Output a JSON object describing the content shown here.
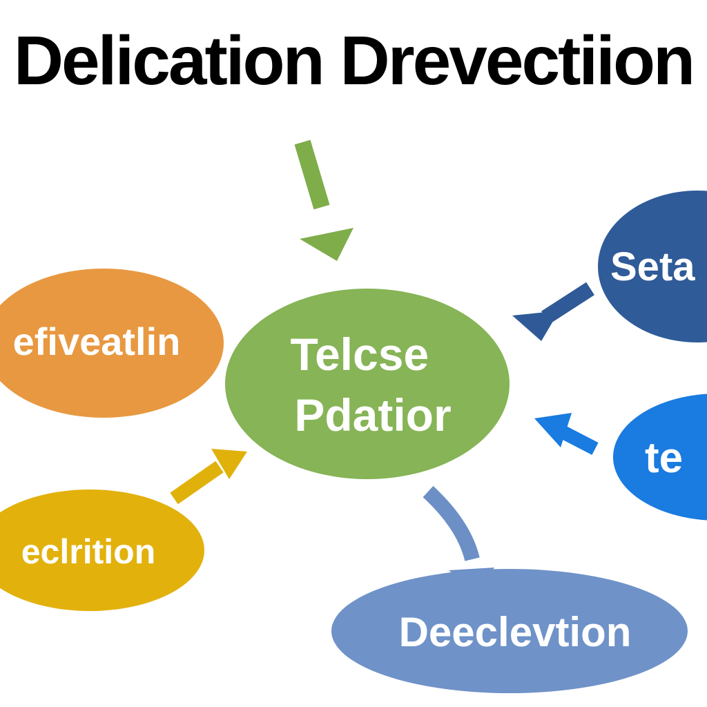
{
  "title": "Delication Drevectiion",
  "nodes": {
    "center": {
      "lines": [
        "Telcse",
        "Pdatior"
      ],
      "color": "#86b456"
    },
    "left_top": {
      "lines": [
        "efiveatlin"
      ],
      "color": "#e89840"
    },
    "left_bottom": {
      "lines": [
        "eclrition"
      ],
      "color": "#e2b10c"
    },
    "right_top": {
      "lines": [
        "Seta"
      ],
      "color": "#2f5b98"
    },
    "right_middle": {
      "lines": [
        "te"
      ],
      "color": "#1a7be0"
    },
    "bottom": {
      "lines": [
        "Deeclevtion"
      ],
      "color": "#6f92c8"
    }
  },
  "arrows": {
    "top": {
      "color": "#7fad4a"
    },
    "left_bottom": {
      "color": "#e0b10a"
    },
    "right_top": {
      "color": "#2f5a97"
    },
    "right_middle": {
      "color": "#1a7be0"
    },
    "bottom": {
      "color": "#6c8fc6"
    }
  }
}
